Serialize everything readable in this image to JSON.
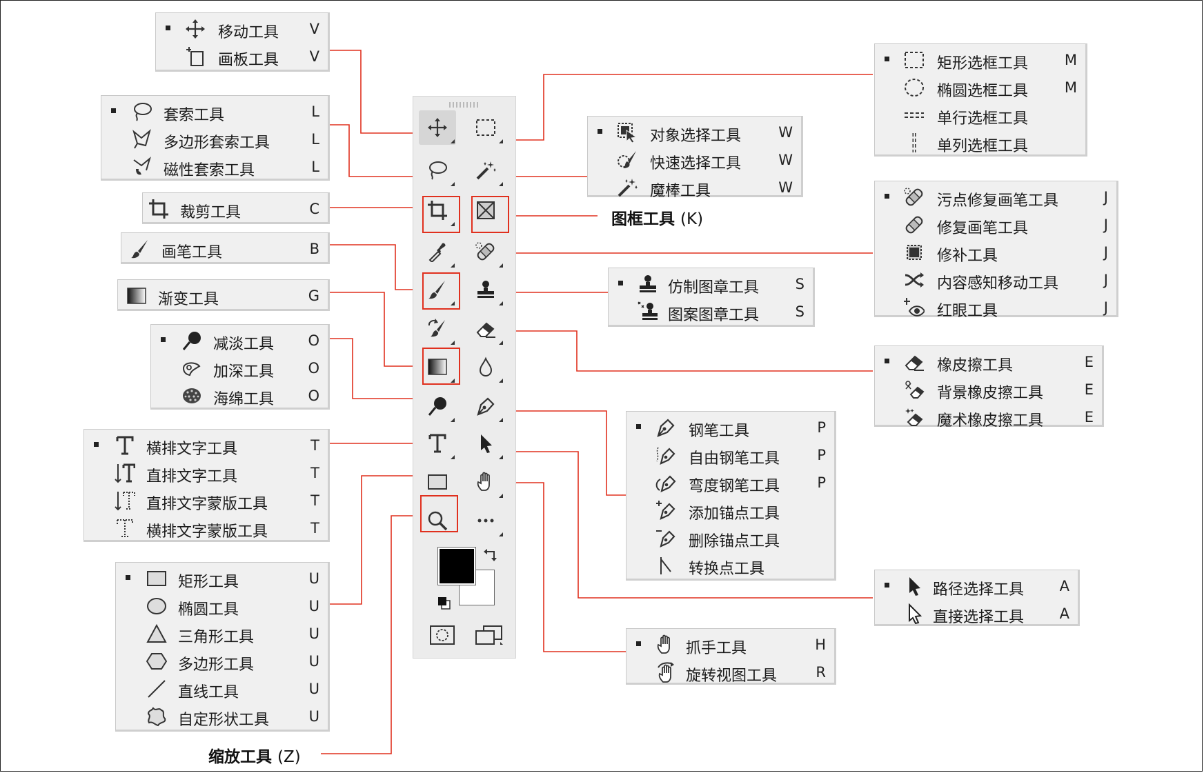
{
  "callouts": {
    "frame_tool": {
      "name": "图框工具",
      "key": "(K)"
    },
    "zoom_tool": {
      "name": "缩放工具",
      "key": "(Z)"
    }
  },
  "panels": {
    "move": [
      {
        "label": "移动工具",
        "key": "V",
        "icon": "move-icon",
        "active": true
      },
      {
        "label": "画板工具",
        "key": "V",
        "icon": "artboard-icon"
      }
    ],
    "lasso": [
      {
        "label": "套索工具",
        "key": "L",
        "icon": "lasso-icon",
        "active": true
      },
      {
        "label": "多边形套索工具",
        "key": "L",
        "icon": "polygon-lasso-icon"
      },
      {
        "label": "磁性套索工具",
        "key": "L",
        "icon": "magnetic-lasso-icon"
      }
    ],
    "crop": [
      {
        "label": "裁剪工具",
        "key": "C",
        "icon": "crop-icon"
      }
    ],
    "brush": [
      {
        "label": "画笔工具",
        "key": "B",
        "icon": "brush-icon"
      }
    ],
    "gradient": [
      {
        "label": "渐变工具",
        "key": "G",
        "icon": "gradient-icon"
      }
    ],
    "dodge": [
      {
        "label": "减淡工具",
        "key": "O",
        "icon": "dodge-icon",
        "active": true
      },
      {
        "label": "加深工具",
        "key": "O",
        "icon": "burn-icon"
      },
      {
        "label": "海绵工具",
        "key": "O",
        "icon": "sponge-icon"
      }
    ],
    "type": [
      {
        "label": "横排文字工具",
        "key": "T",
        "icon": "type-icon",
        "active": true
      },
      {
        "label": "直排文字工具",
        "key": "T",
        "icon": "vertical-type-icon"
      },
      {
        "label": "直排文字蒙版工具",
        "key": "T",
        "icon": "vertical-type-mask-icon"
      },
      {
        "label": "横排文字蒙版工具",
        "key": "T",
        "icon": "type-mask-icon"
      }
    ],
    "shape": [
      {
        "label": "矩形工具",
        "key": "U",
        "icon": "rectangle-icon",
        "active": true
      },
      {
        "label": "椭圆工具",
        "key": "U",
        "icon": "ellipse-icon"
      },
      {
        "label": "三角形工具",
        "key": "U",
        "icon": "triangle-icon"
      },
      {
        "label": "多边形工具",
        "key": "U",
        "icon": "polygon-icon"
      },
      {
        "label": "直线工具",
        "key": "U",
        "icon": "line-icon"
      },
      {
        "label": "自定形状工具",
        "key": "U",
        "icon": "custom-shape-icon"
      }
    ],
    "marquee": [
      {
        "label": "矩形选框工具",
        "key": "M",
        "icon": "rect-marquee-icon",
        "active": true
      },
      {
        "label": "椭圆选框工具",
        "key": "M",
        "icon": "ellipse-marquee-icon"
      },
      {
        "label": "单行选框工具",
        "key": "",
        "icon": "single-row-marquee-icon"
      },
      {
        "label": "单列选框工具",
        "key": "",
        "icon": "single-column-marquee-icon"
      }
    ],
    "select": [
      {
        "label": "对象选择工具",
        "key": "W",
        "icon": "object-select-icon",
        "active": true
      },
      {
        "label": "快速选择工具",
        "key": "W",
        "icon": "quick-select-icon"
      },
      {
        "label": "魔棒工具",
        "key": "W",
        "icon": "magic-wand-icon"
      }
    ],
    "heal": [
      {
        "label": "污点修复画笔工具",
        "key": "J",
        "icon": "spot-healing-icon",
        "active": true
      },
      {
        "label": "修复画笔工具",
        "key": "J",
        "icon": "healing-brush-icon"
      },
      {
        "label": "修补工具",
        "key": "J",
        "icon": "patch-icon"
      },
      {
        "label": "内容感知移动工具",
        "key": "J",
        "icon": "content-aware-move-icon"
      },
      {
        "label": "红眼工具",
        "key": "J",
        "icon": "red-eye-icon"
      }
    ],
    "stamp": [
      {
        "label": "仿制图章工具",
        "key": "S",
        "icon": "clone-stamp-icon",
        "active": true
      },
      {
        "label": "图案图章工具",
        "key": "S",
        "icon": "pattern-stamp-icon"
      }
    ],
    "eraser": [
      {
        "label": "橡皮擦工具",
        "key": "E",
        "icon": "eraser-icon",
        "active": true
      },
      {
        "label": "背景橡皮擦工具",
        "key": "E",
        "icon": "background-eraser-icon"
      },
      {
        "label": "魔术橡皮擦工具",
        "key": "E",
        "icon": "magic-eraser-icon"
      }
    ],
    "pen": [
      {
        "label": "钢笔工具",
        "key": "P",
        "icon": "pen-icon",
        "active": true
      },
      {
        "label": "自由钢笔工具",
        "key": "P",
        "icon": "freeform-pen-icon"
      },
      {
        "label": "弯度钢笔工具",
        "key": "P",
        "icon": "curvature-pen-icon"
      },
      {
        "label": "添加锚点工具",
        "key": "",
        "icon": "add-anchor-icon"
      },
      {
        "label": "删除锚点工具",
        "key": "",
        "icon": "delete-anchor-icon"
      },
      {
        "label": "转换点工具",
        "key": "",
        "icon": "convert-point-icon"
      }
    ],
    "path": [
      {
        "label": "路径选择工具",
        "key": "A",
        "icon": "path-select-icon",
        "active": true
      },
      {
        "label": "直接选择工具",
        "key": "A",
        "icon": "direct-select-icon"
      }
    ],
    "hand": [
      {
        "label": "抓手工具",
        "key": "H",
        "icon": "hand-icon",
        "active": true
      },
      {
        "label": "旋转视图工具",
        "key": "R",
        "icon": "rotate-view-icon"
      }
    ]
  },
  "toolbar": {
    "left": [
      "move-icon",
      "lasso-icon",
      "crop-icon",
      "eyedropper-icon",
      "brush-icon",
      "history-brush-icon",
      "gradient-icon",
      "dodge-icon",
      "type-icon",
      "rectangle-icon",
      "zoom-icon"
    ],
    "right": [
      "rect-marquee-icon",
      "magic-wand-icon",
      "frame-icon",
      "spot-healing-icon",
      "clone-stamp-icon",
      "eraser-icon",
      "blur-icon",
      "pen-icon",
      "path-select-icon",
      "hand-icon",
      "more-icon"
    ],
    "foreground_color": "#000000",
    "background_color": "#ffffff"
  },
  "colors": {
    "accent": "#e0301e"
  }
}
